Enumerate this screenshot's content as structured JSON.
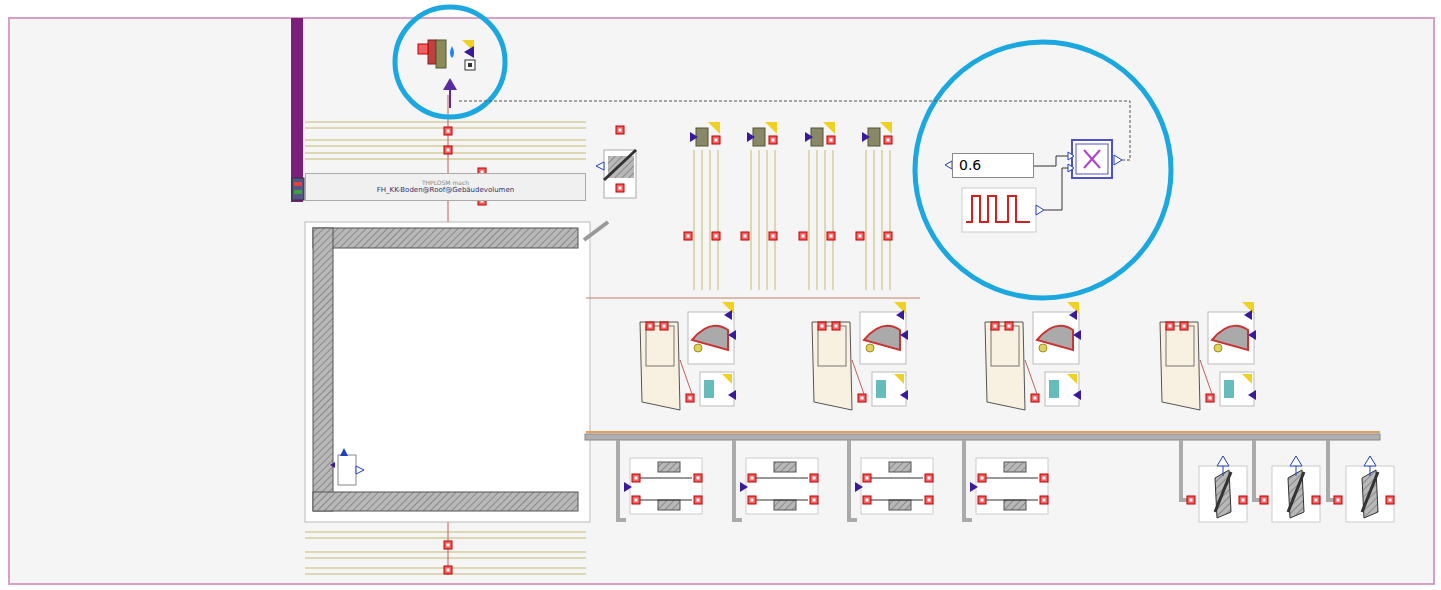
{
  "diagram": {
    "nodes": [
      {
        "text": [
          "THPLOSM mach",
          "FH_KK-Boden@Roof@Gebäudevolumen"
        ]
      },
      {
        "text": [
          "0.6"
        ]
      }
    ]
  }
}
